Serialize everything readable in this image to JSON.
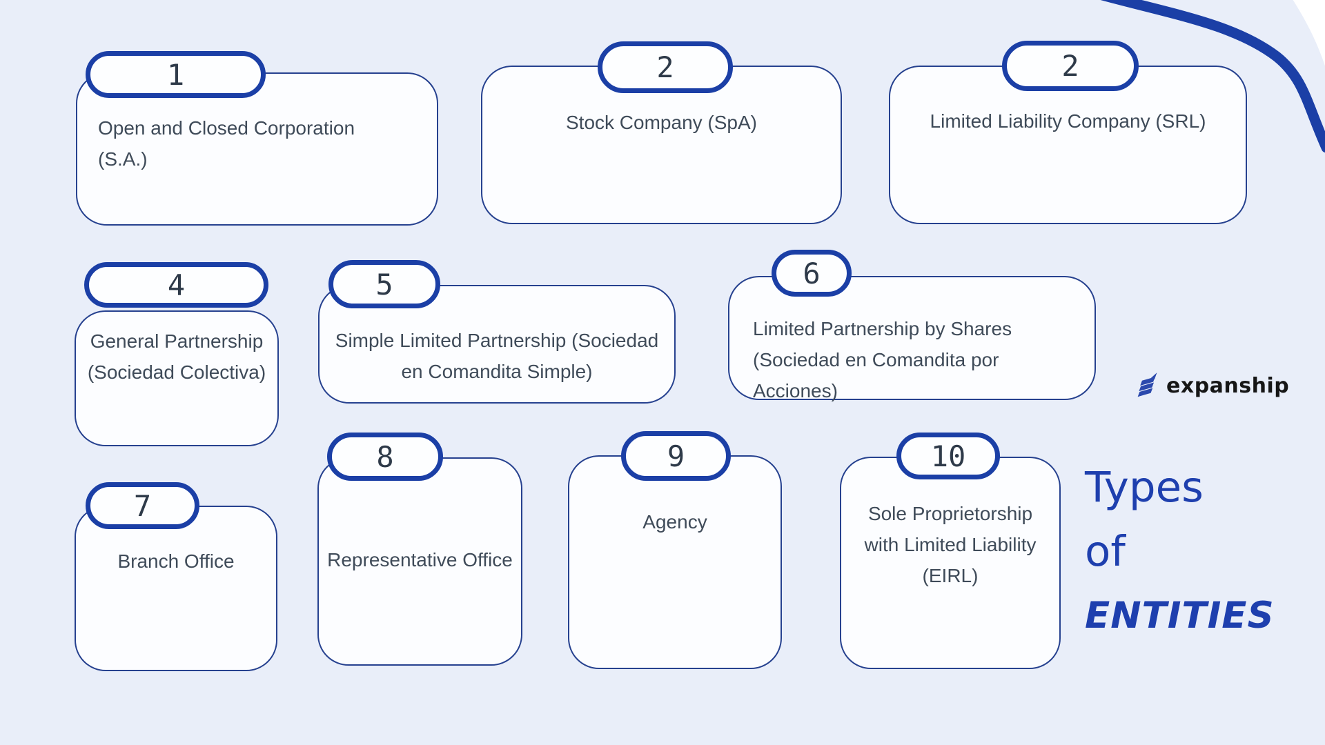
{
  "page": {
    "background_color": "#e9eef9",
    "accent_navy": "#1b3fa6",
    "card_border_color": "#26418f",
    "card_background": "#fcfdff",
    "body_text_color": "#3f4b59",
    "title_color": "#1e3fae"
  },
  "entities": [
    {
      "number": "1",
      "label": "Open and Closed Corporation (S.A.)"
    },
    {
      "number": "2",
      "label": "Stock Company (SpA)"
    },
    {
      "number": "2",
      "label": "Limited Liability Company (SRL)"
    },
    {
      "number": "4",
      "label": "General Partnership (Sociedad Colectiva)"
    },
    {
      "number": "5",
      "label": "Simple Limited Partnership (Sociedad en Comandita Simple)"
    },
    {
      "number": "6",
      "label": "Limited Partnership by Shares (Sociedad en Comandita por Acciones)"
    },
    {
      "number": "7",
      "label": "Branch Office"
    },
    {
      "number": "8",
      "label": "Representative Office"
    },
    {
      "number": "9",
      "label": "Agency"
    },
    {
      "number": "10",
      "label": "Sole Proprietorship with Limited Liability (EIRL)"
    }
  ],
  "title": {
    "line1": "Types",
    "line2": "of",
    "line3": "ENTITIES"
  },
  "branding": {
    "logo_text": "expanship"
  }
}
